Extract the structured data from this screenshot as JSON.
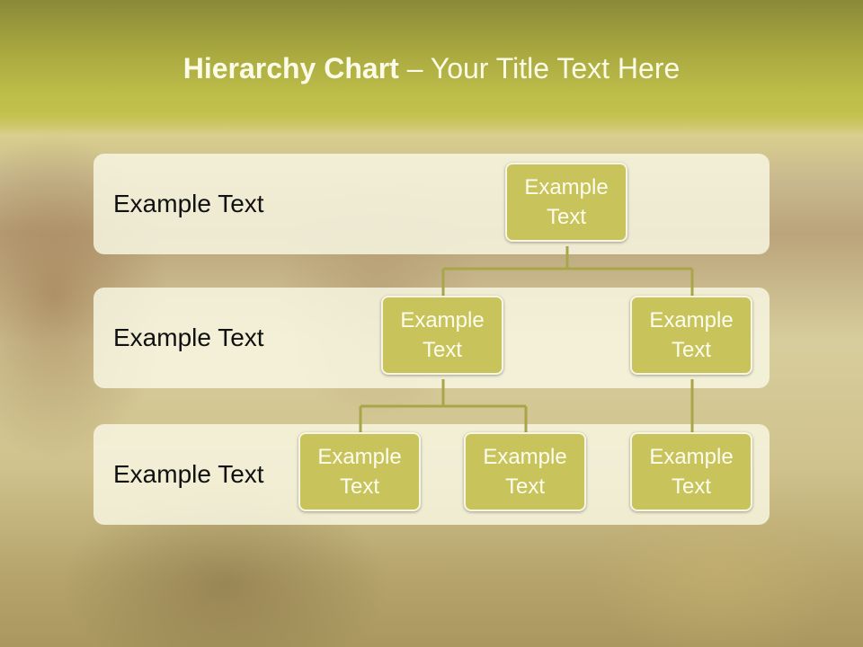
{
  "slide": {
    "title_bold": "Hierarchy Chart",
    "title_rest": " – Your Title Text Here"
  },
  "rows": [
    {
      "label": "Example Text"
    },
    {
      "label": "Example Text"
    },
    {
      "label": "Example Text"
    }
  ],
  "nodes": {
    "root": "Example Text",
    "level2_left": "Example Text",
    "level2_right": "Example Text",
    "level3_a": "Example Text",
    "level3_b": "Example Text",
    "level3_c": "Example Text"
  },
  "colors": {
    "node_fill": "#c8c35a",
    "node_border": "#f7f6e4",
    "connector": "#a9a64a",
    "band_fill": "#f8f7e2",
    "title_text": "#fbfbe8"
  }
}
